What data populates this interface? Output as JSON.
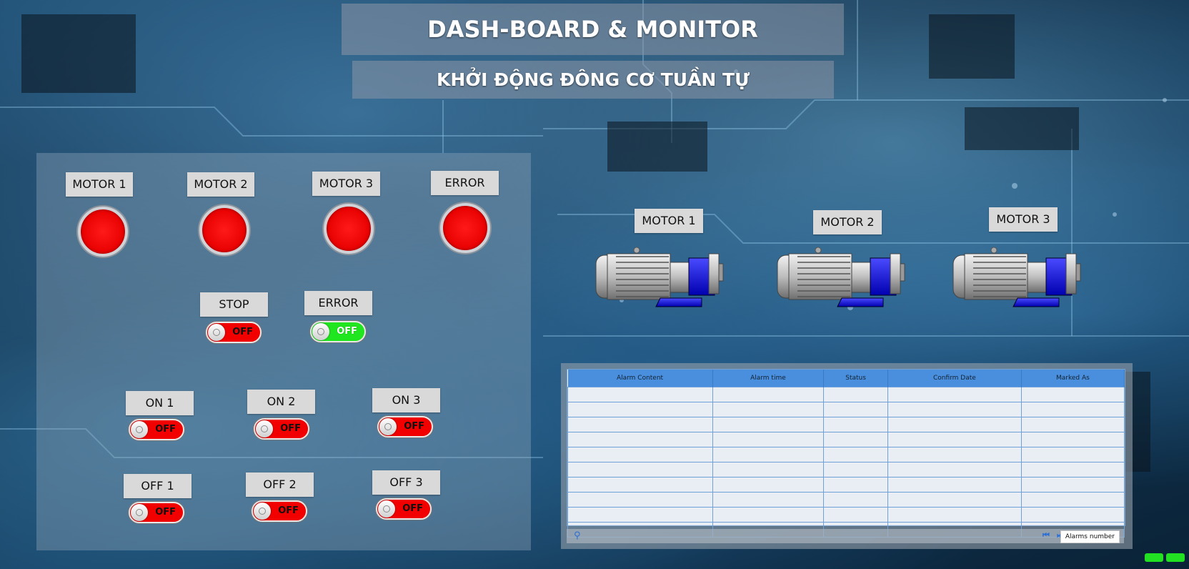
{
  "header": {
    "title": "DASH-BOARD & MONITOR",
    "subtitle": "KHỞI ĐỘNG ĐÔNG CƠ TUẦN TỰ"
  },
  "indicators": [
    {
      "label": "MOTOR 1",
      "state": "red"
    },
    {
      "label": "MOTOR 2",
      "state": "red"
    },
    {
      "label": "MOTOR 3",
      "state": "red"
    },
    {
      "label": "ERROR",
      "state": "red"
    }
  ],
  "switches": {
    "stop": {
      "label": "STOP",
      "state": "OFF",
      "color": "#f20000"
    },
    "error": {
      "label": "ERROR",
      "state": "OFF",
      "color": "#1fe61f"
    },
    "on1": {
      "label": "ON 1",
      "state": "OFF"
    },
    "on2": {
      "label": "ON 2",
      "state": "OFF"
    },
    "on3": {
      "label": "ON 3",
      "state": "OFF"
    },
    "off1": {
      "label": "OFF 1",
      "state": "OFF"
    },
    "off2": {
      "label": "OFF 2",
      "state": "OFF"
    },
    "off3": {
      "label": "OFF 3",
      "state": "OFF"
    }
  },
  "motors": [
    {
      "label": "MOTOR 1"
    },
    {
      "label": "MOTOR 2"
    },
    {
      "label": "MOTOR 3"
    }
  ],
  "alarm_table": {
    "columns": [
      "Alarm Content",
      "Alarm time",
      "Status",
      "Confirm Date",
      "Marked As"
    ],
    "alarms_number_label": "Alarms number"
  },
  "colors": {
    "lamp_off": "#e80000",
    "switch_off": "#f20000",
    "switch_green": "#1fe61f",
    "table_header": "#4a8fdd",
    "status_led": "#22e022"
  }
}
